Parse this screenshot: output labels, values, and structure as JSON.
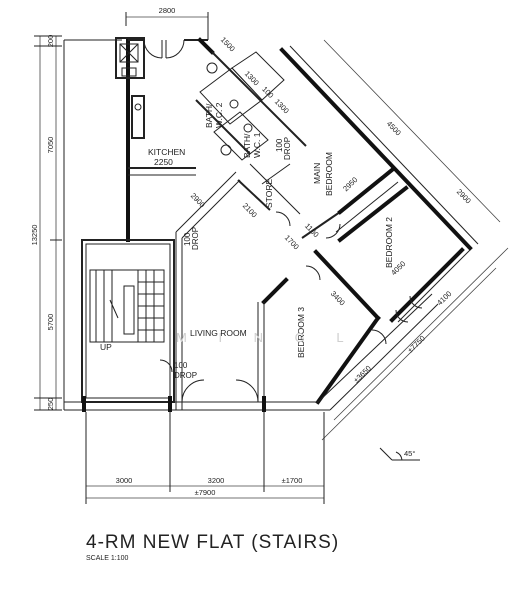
{
  "title": "4-RM NEW FLAT (STAIRS)",
  "scale": "SCALE 1:100",
  "watermark": "M I N G L",
  "rooms": {
    "kitchen": "KITCHEN",
    "kitchen_dim": "2250",
    "bath2": "BATH/",
    "bath2_b": "W.C. 2",
    "bath1": "BATH/",
    "bath1_b": "W.C. 1",
    "main_bedroom_a": "MAIN",
    "main_bedroom_b": "BEDROOM",
    "store": "STORE",
    "bedroom2": "BEDROOM 2",
    "bedroom3": "BEDROOM 3",
    "living": "LIVING ROOM",
    "up": "UP"
  },
  "labels": {
    "drop1": "100",
    "drop1b": "DROP",
    "drop2": "100",
    "drop2b": "DROP",
    "drop3": "100",
    "drop3b": "DROP"
  },
  "dims": {
    "top": "2800",
    "top_left": "200",
    "left_total": "13250",
    "left_upper": "7050",
    "left_lower": "5700",
    "left_bottom": "250",
    "d1500": "1500",
    "d1300a": "1300",
    "d100a": "100",
    "d1300b": "1300",
    "d4500": "4500",
    "d2900a": "2900",
    "d2100": "2100",
    "d2950": "2950",
    "d2900b": "2900",
    "d1100": "1100",
    "d1700": "1700",
    "d4050": "4050",
    "d3400": "3400",
    "d4100": "4100",
    "d7750": "±7750",
    "d3650": "±3650",
    "bot1": "3000",
    "bot2": "3200",
    "bot3": "±1700",
    "bot_total": "±7900",
    "angle": "45°"
  }
}
